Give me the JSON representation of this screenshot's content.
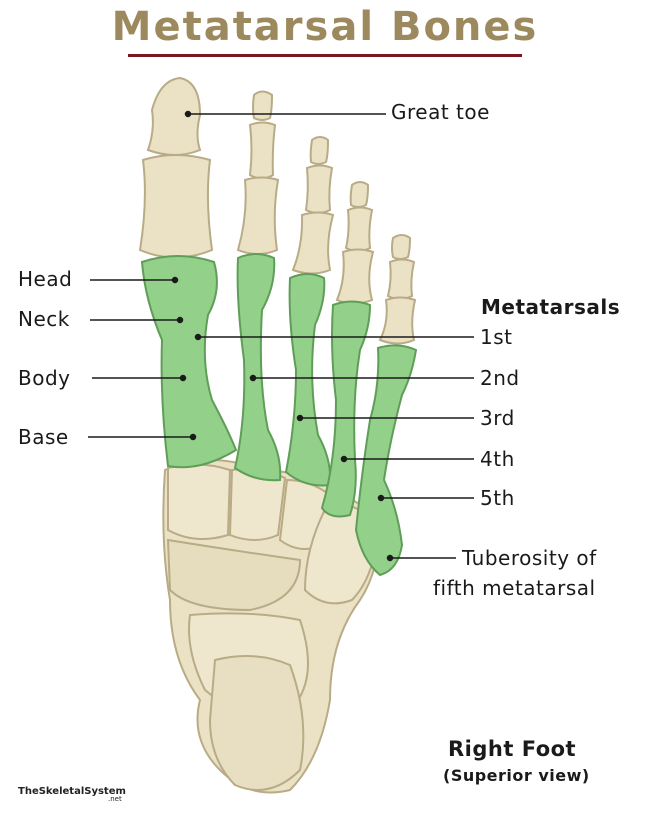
{
  "title": "Metatarsal Bones",
  "labels": {
    "great_toe": "Great toe",
    "head": "Head",
    "neck": "Neck",
    "body": "Body",
    "base": "Base",
    "metatarsals_heading": "Metatarsals",
    "m1": "1st",
    "m2": "2nd",
    "m3": "3rd",
    "m4": "4th",
    "m5": "5th",
    "tuberosity_line1": "Tuberosity of",
    "tuberosity_line2": "fifth metatarsal",
    "foot_side": "Right Foot",
    "view": "(Superior view)"
  },
  "credit": {
    "site": "TheSkeletalSystem",
    "tld": ".net"
  },
  "colors": {
    "title": "#9c8a5e",
    "title_rule": "#7a1620",
    "bone": "#ebe2c6",
    "bone_outline": "#b8ab86",
    "metatarsal": "#93d08a",
    "metatarsal_outline": "#5f9e58",
    "leader": "#1a1a1a"
  }
}
